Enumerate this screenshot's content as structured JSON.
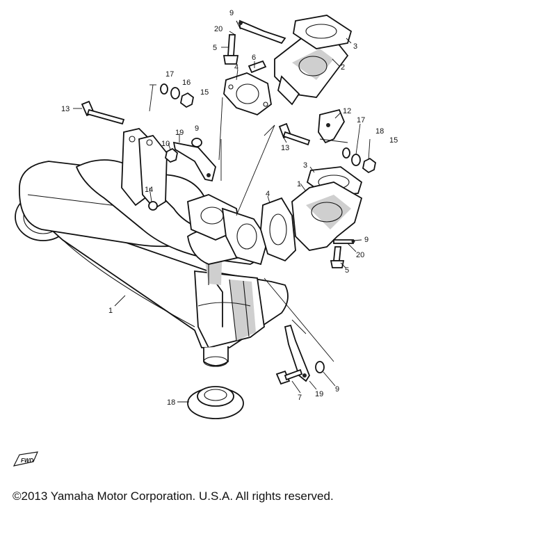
{
  "diagram": {
    "callouts": [
      {
        "id": "c9a",
        "text": "9"
      },
      {
        "id": "c20a",
        "text": "20"
      },
      {
        "id": "c3a",
        "text": "3"
      },
      {
        "id": "c2",
        "text": "2"
      },
      {
        "id": "c5a",
        "text": "5"
      },
      {
        "id": "c6",
        "text": "6"
      },
      {
        "id": "c4a",
        "text": "4"
      },
      {
        "id": "c17a",
        "text": "17"
      },
      {
        "id": "c16",
        "text": "16"
      },
      {
        "id": "c15a",
        "text": "15"
      },
      {
        "id": "c13a",
        "text": "13"
      },
      {
        "id": "c19a",
        "text": "19"
      },
      {
        "id": "c9b",
        "text": "9"
      },
      {
        "id": "c10",
        "text": "10"
      },
      {
        "id": "c14",
        "text": "14"
      },
      {
        "id": "c12",
        "text": "12"
      },
      {
        "id": "c13b",
        "text": "13"
      },
      {
        "id": "c17b",
        "text": "17"
      },
      {
        "id": "c18a",
        "text": "18"
      },
      {
        "id": "c15b",
        "text": "15"
      },
      {
        "id": "c3b",
        "text": "3"
      },
      {
        "id": "c1a",
        "text": "1"
      },
      {
        "id": "c4b",
        "text": "4"
      },
      {
        "id": "c9c",
        "text": "9"
      },
      {
        "id": "c20b",
        "text": "20"
      },
      {
        "id": "c5b",
        "text": "5"
      },
      {
        "id": "c1b",
        "text": "1"
      },
      {
        "id": "c7",
        "text": "7"
      },
      {
        "id": "c19b",
        "text": "19"
      },
      {
        "id": "c9d",
        "text": "9"
      },
      {
        "id": "c18b",
        "text": "18"
      }
    ],
    "fwd_mark": "FWD"
  },
  "footer": {
    "copyright": "©2013 Yamaha Motor Corporation. U.S.A. All rights reserved."
  }
}
